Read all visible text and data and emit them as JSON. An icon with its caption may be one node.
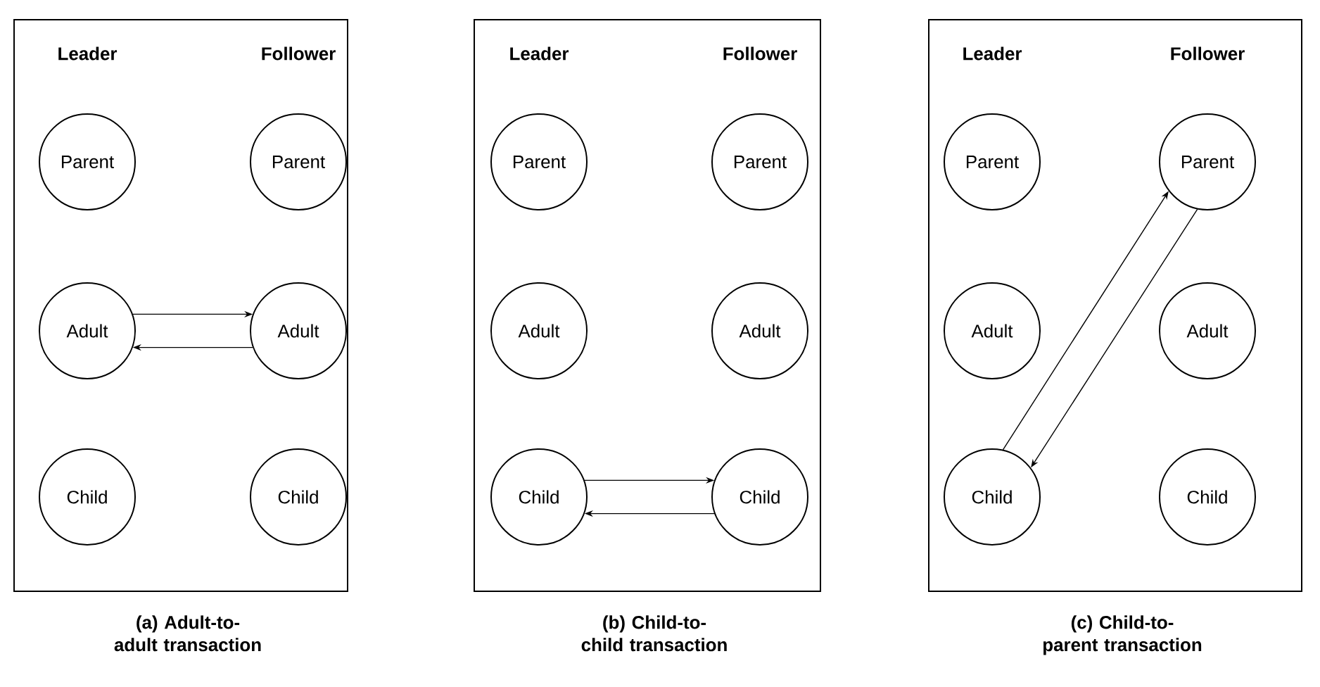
{
  "diagram": {
    "nodes": [
      {
        "text": [
          "Leader",
          "Follower"
        ],
        "beside": [
          "(a) Adult-to-adult transaction"
        ]
      },
      {
        "text": [
          "Parent"
        ],
        "in": 0
      },
      {
        "text": [
          "Parent"
        ],
        "in": 0
      },
      {
        "text": [
          "Adult"
        ],
        "in": 0
      },
      {
        "text": [
          "Adult"
        ],
        "in": 0
      },
      {
        "text": [
          "Child"
        ],
        "in": 0
      },
      {
        "text": [
          "Child"
        ],
        "in": 0
      },
      {
        "text": [
          "Leader",
          "Follower"
        ],
        "beside": [
          "(b) Child-to-child transaction"
        ]
      },
      {
        "text": [
          "Parent"
        ],
        "in": 7
      },
      {
        "text": [
          "Parent"
        ],
        "in": 7
      },
      {
        "text": [
          "Adult"
        ],
        "in": 7
      },
      {
        "text": [
          "Adult"
        ],
        "in": 7
      },
      {
        "text": [
          "Child"
        ],
        "in": 7
      },
      {
        "text": [
          "Child"
        ],
        "in": 7
      },
      {
        "text": [
          "Leader",
          "Follower"
        ],
        "beside": [
          "(c) Child-to-parent transaction"
        ]
      },
      {
        "text": [
          "Parent"
        ],
        "in": 14
      },
      {
        "text": [
          "Parent"
        ],
        "in": 14
      },
      {
        "text": [
          "Adult"
        ],
        "in": 14
      },
      {
        "text": [
          "Adult"
        ],
        "in": 14
      },
      {
        "text": [
          "Child"
        ],
        "in": 14
      },
      {
        "text": [
          "Child"
        ],
        "in": 14
      }
    ],
    "edges": [
      {
        "from": 3,
        "to": 4,
        "arrow": "to"
      },
      {
        "from": 4,
        "to": 3,
        "arrow": "to"
      },
      {
        "from": 12,
        "to": 13,
        "arrow": "to"
      },
      {
        "from": 13,
        "to": 12,
        "arrow": "to"
      },
      {
        "from": 19,
        "to": 16,
        "arrow": "to"
      },
      {
        "from": 16,
        "to": 19,
        "arrow": "to"
      }
    ]
  }
}
